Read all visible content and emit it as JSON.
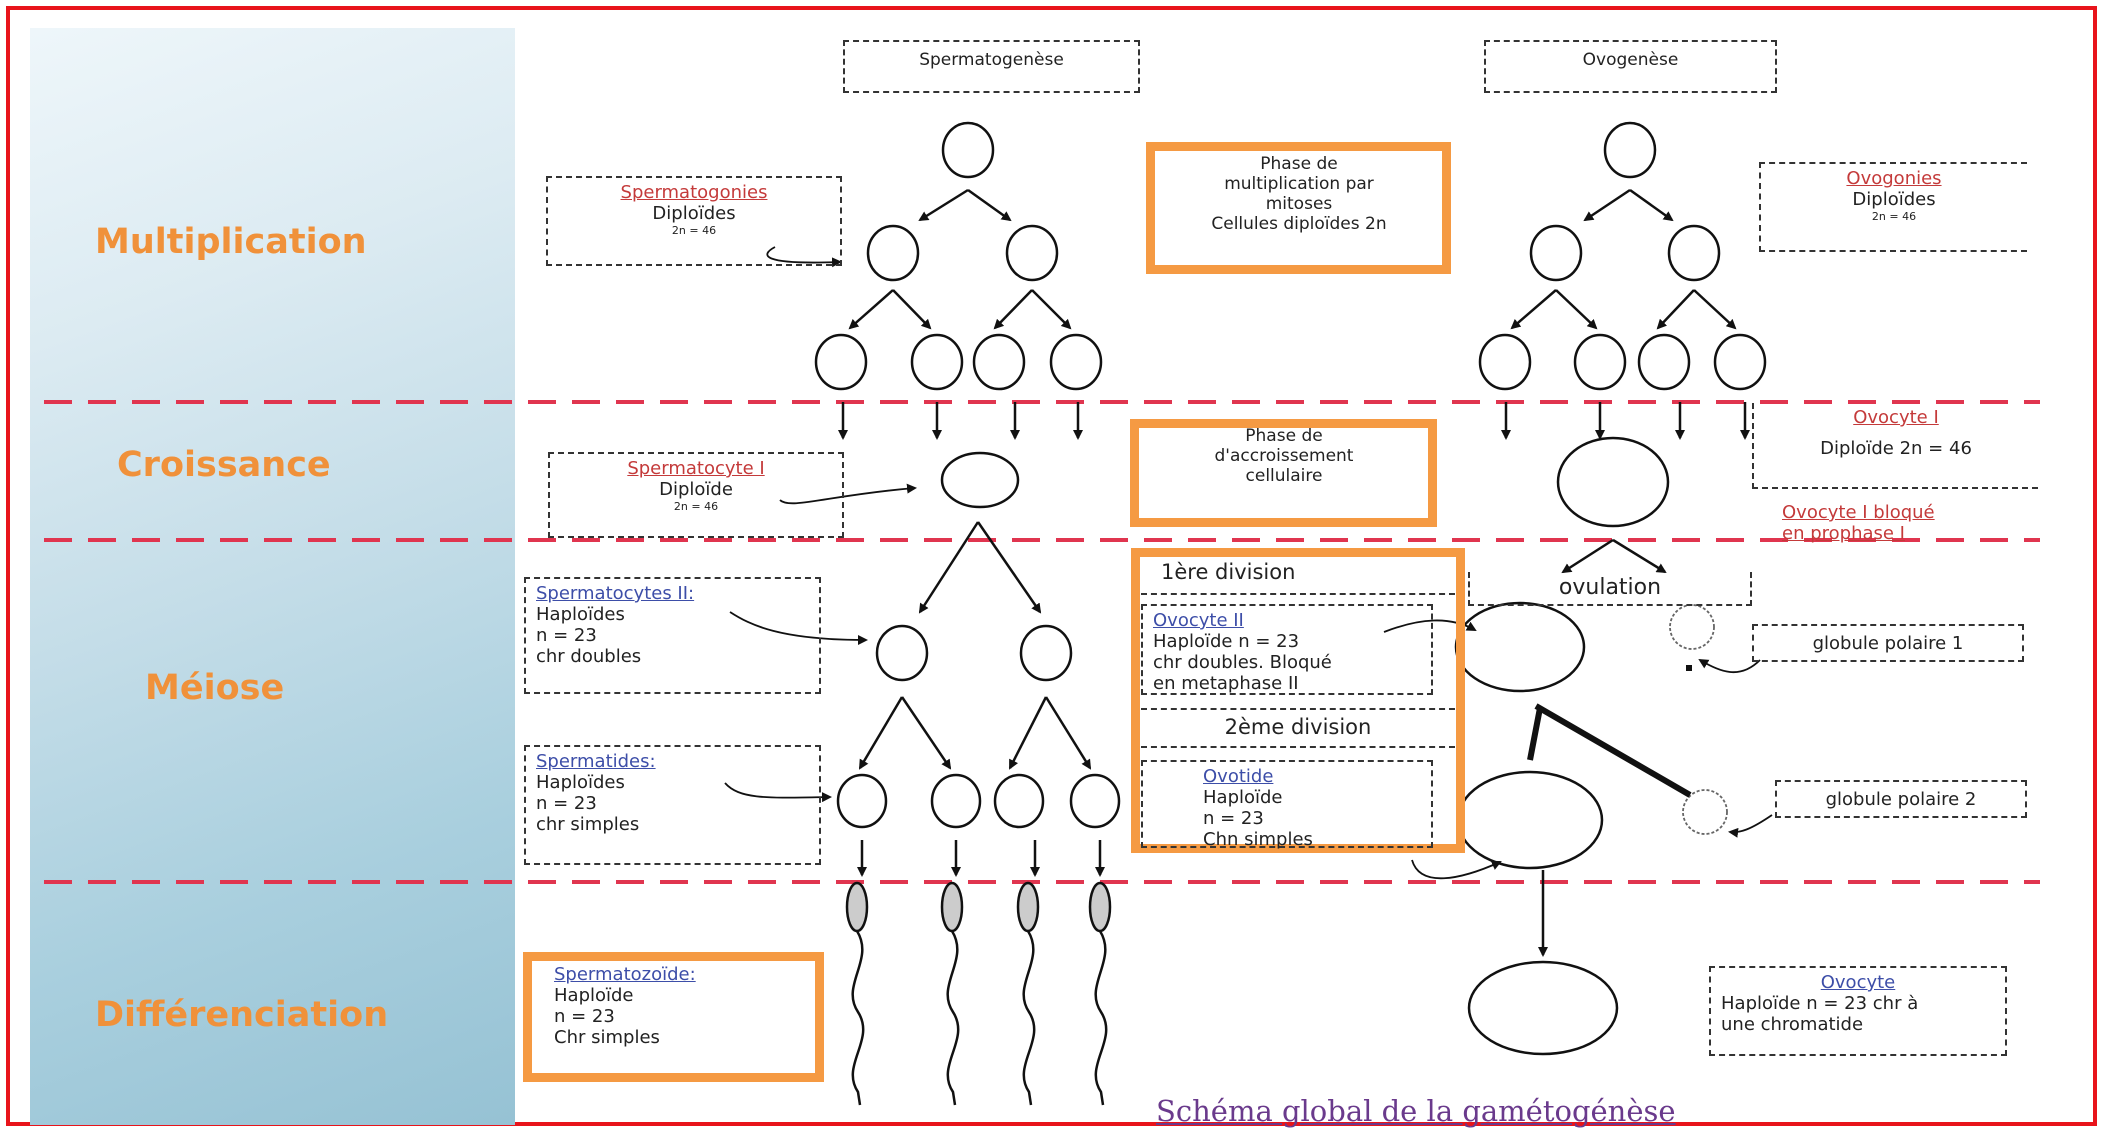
{
  "phases": {
    "multiplication": "Multiplication",
    "croissance": "Croissance",
    "meiose": "Méiose",
    "differenciation": "Différenciation"
  },
  "headers": {
    "spermatogenese": "Spermatogenèse",
    "ovogenese": "Ovogenèse"
  },
  "sperm": {
    "spermatogonies": {
      "title": "Spermatogonies",
      "line1": "Diploïdes",
      "line2": "2n = 46"
    },
    "spermatocyte1": {
      "title": "Spermatocyte I",
      "line1": "Diploïde",
      "line2": "2n = 46"
    },
    "spermatocytes2": {
      "title": "Spermatocytes II:",
      "line1": "Haploïdes",
      "line2": "n = 23",
      "line3": "chr doubles"
    },
    "spermatides": {
      "title": "Spermatides:",
      "line1": "Haploïdes",
      "line2": "n = 23",
      "line3": "chr simples"
    },
    "spermatozoide": {
      "title": "Spermatozoïde:",
      "line1": "Haploïde",
      "line2": "n = 23",
      "line3": "Chr simples"
    }
  },
  "middle": {
    "phase_mult": {
      "line1": "Phase de",
      "line2": "multiplication par",
      "line3": "mitoses",
      "line4": "Cellules diploïdes 2n"
    },
    "phase_accr": {
      "line1": "Phase de",
      "line2": "d'accroissement",
      "line3": "cellulaire"
    },
    "div1": "1ère division",
    "ovocyte2": {
      "title": "Ovocyte II",
      "line1": "Haploïde n = 23",
      "line2": "chr doubles. Bloqué",
      "line3": "en metaphase II"
    },
    "div2": "2ème division",
    "ovotide": {
      "title": "Ovotide",
      "line1": "Haploïde",
      "line2": "n = 23",
      "line3": "Chn simples"
    }
  },
  "ovo": {
    "ovogonies": {
      "title": "Ovogonies",
      "line1": "Diploïdes",
      "line2": "2n = 46"
    },
    "ovocyte1": {
      "title": "Ovocyte I",
      "line1": "Diploïde 2n = 46"
    },
    "ovocyte1_bloque": {
      "line1": "Ovocyte I bloqué",
      "line2": "en prophase I"
    },
    "ovulation": "ovulation",
    "globule1": "globule polaire 1",
    "globule2": "globule polaire 2",
    "ovocyte": {
      "title": "Ovocyte",
      "line1": "Haploïde n = 23 chr à",
      "line2": "une chromatide"
    }
  },
  "caption": "Schéma global de la  gamétogénèse",
  "colors": {
    "frame": "#e8141b",
    "phase_label": "#f0913a",
    "orange_box": "#f59a43",
    "phase_line": "#e0354f",
    "caption": "#6a3a8c"
  }
}
